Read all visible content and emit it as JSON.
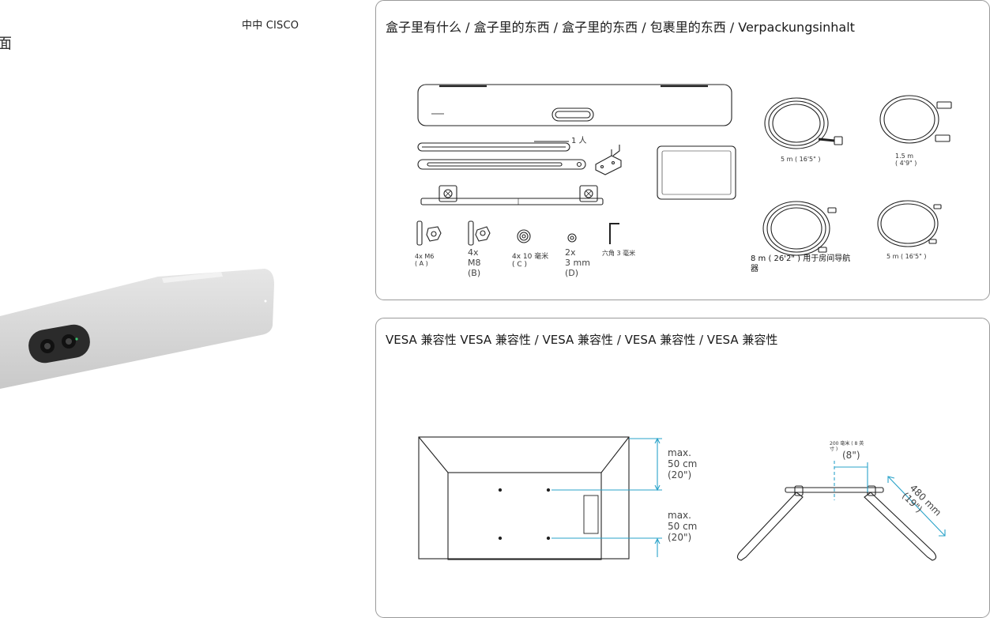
{
  "header": {
    "brand": "中中 CISCO",
    "left_glyph": "面"
  },
  "contents_panel": {
    "title": "盒子里有什么 / 盒子里的东西 / 盒子里的东西 / 包裹里的东西 / Verpackungsinhalt",
    "labels": {
      "one_person": "1 人",
      "hdmi_5m": "5 m ( 16'5\" )",
      "usb_15m": "1.5 m\n( 4'9\" )",
      "cable_8m": "8 m ( 26'2\" ) 用于房间导航器",
      "cable_5m": "5 m ( 16'5\" )",
      "m6": "4x M6\n( A )",
      "m8": "4x\nM8\n(B)",
      "screw10": "4x 10 毫米\n( C )",
      "washer": "2x\n3 mm\n(D)",
      "hex": "六角 3 毫米"
    }
  },
  "vesa_panel": {
    "title": "VESA 兼容性 VESA 兼容性 / VESA 兼容性 / VESA 兼容性 / VESA 兼容性",
    "labels": {
      "max_top": "max.\n50 cm\n(20\")",
      "max_bottom": "max.\n50 cm\n(20\")",
      "width_200": "200 毫米 ( 8 英寸 )",
      "width_8": "(8\")",
      "arm_480": "480 mm\n(19\")"
    }
  }
}
